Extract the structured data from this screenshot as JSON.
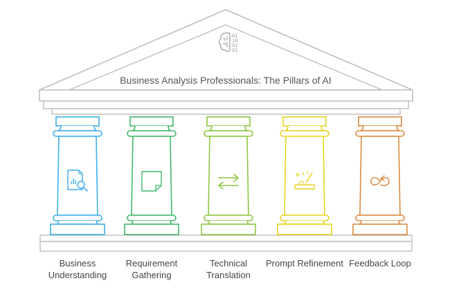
{
  "title": "Business Analysis Professionals: The Pillars of AI",
  "roof_icon": {
    "name": "ai-brain-binary-icon",
    "binary_text": [
      "01",
      "10",
      "01",
      "01"
    ]
  },
  "pillars": [
    {
      "label": "Business Understanding",
      "color": "#3aaee8",
      "icon": "document-search-icon"
    },
    {
      "label": "Requirement Gathering",
      "color": "#3fb86b",
      "icon": "sticky-note-icon"
    },
    {
      "label": "Technical Translation",
      "color": "#8cc63f",
      "icon": "swap-arrows-icon"
    },
    {
      "label": "Prompt Refinement",
      "color": "#e5d320",
      "icon": "magic-wand-icon"
    },
    {
      "label": "Feedback Loop",
      "color": "#d98a3f",
      "icon": "loop-icon"
    }
  ],
  "structure_color": "#bdbdbd"
}
